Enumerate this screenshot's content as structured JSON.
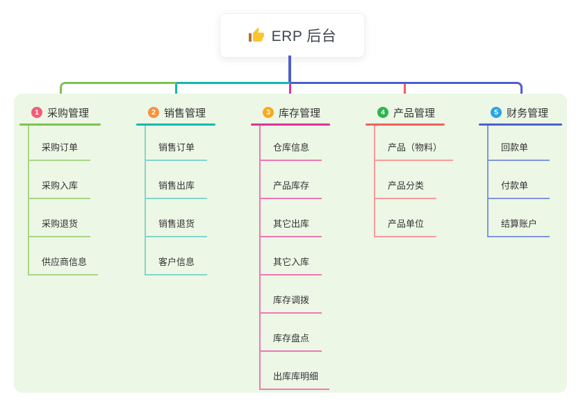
{
  "root": {
    "label": "ERP 后台",
    "icon": "thumbs-up-icon"
  },
  "palette": {
    "canvas_bg": "#ffffff",
    "panel_bg": "#ecf7e6",
    "root_connector": "#4d5fd0",
    "text": "#333333",
    "root_text": "#3f4450"
  },
  "branches": [
    {
      "number": "1",
      "title": "采购管理",
      "colors": {
        "badge": "#f25c77",
        "line": "#7cc24c",
        "subline": "#a9d685"
      },
      "items": [
        "采购订单",
        "采购入库",
        "采购退货",
        "供应商信息"
      ]
    },
    {
      "number": "2",
      "title": "销售管理",
      "colors": {
        "badge": "#f8923e",
        "line": "#13b7ac",
        "subline": "#84d5cb"
      },
      "items": [
        "销售订单",
        "销售出库",
        "销售退货",
        "客户信息"
      ]
    },
    {
      "number": "3",
      "title": "库存管理",
      "colors": {
        "badge": "#f9a91a",
        "line": "#da3294",
        "subline": "#ee77b4"
      },
      "items": [
        "仓库信息",
        "产品库存",
        "其它出库",
        "其它入库",
        "库存调拨",
        "库存盘点",
        "出库库明细"
      ]
    },
    {
      "number": "4",
      "title": "产品管理",
      "colors": {
        "badge": "#2fb44f",
        "line": "#f25e5e",
        "subline": "#f89b9b"
      },
      "items": [
        "产品（物料）",
        "产品分类",
        "产品单位"
      ]
    },
    {
      "number": "5",
      "title": "财务管理",
      "colors": {
        "badge": "#2aa3e8",
        "line": "#4a5ed0",
        "subline": "#8195dc"
      },
      "items": [
        "回款单",
        "付款单",
        "结算账户"
      ]
    }
  ]
}
